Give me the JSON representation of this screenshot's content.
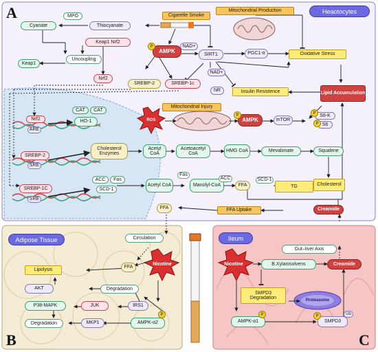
{
  "panel_a": {
    "letter": "A",
    "title": "Heaotocytes",
    "cigarette_smoke": "Cigarette Smoke",
    "mito_production": "Mitochondrial Production",
    "mpo": "MPO",
    "cyanate": "Cyanate",
    "thiocyanate": "Thiocyanate",
    "keap1_nrf2": "Keap1 Nrf2",
    "ampk": "AMPK",
    "nad_plus": "NAD+",
    "sirt1": "SIRT1",
    "pgc1a": "PGC1-α",
    "oxidative_stress": "Oxidative Stress",
    "uncoupling": "Uncoupling",
    "keap1": "Keap1",
    "nrf2": "Nrf2",
    "srebp2": "SREBP-2",
    "srebp1c": "SREBP-1c",
    "nr": "NR",
    "insulin_resistance": "Insulin Resistence",
    "lipid_accumulation": "Lipid Accumulation",
    "mito_injury": "Mitochondrial Injury",
    "ros": "ROS",
    "mtor": "mTOR",
    "s6k": "S6-K",
    "s6": "S6",
    "cat1": "CAT",
    "cat2": "CAT",
    "ho1": "HO-1",
    "are": "ARE",
    "sre": "SRE",
    "cholesterol_enzymes": "Cholesterol Enzymes",
    "acetyl_coa": "Acetyl CoA",
    "acetoacetyl_coa": "Acetoacetyl CoA",
    "hmg_coa": "HMG CoA",
    "mevalonate": "Mevalonate",
    "squalene": "Squalene",
    "srebp1c_gene": "SREBP-1C",
    "acc": "ACC",
    "fas": "Fas",
    "scd1": "SCD-1",
    "ffa": "FFA",
    "tg": "TG",
    "cholesterol": "Cholesterol",
    "ffa_uptake": "FFA Uptake",
    "creamide": "Creamide",
    "p": "P"
  },
  "panel_b": {
    "letter": "B",
    "title": "Adipose Tissue",
    "circulation": "Circulation",
    "lipolysis": "Lipolysis",
    "akt": "AKT",
    "degradation1": "Degradation",
    "p38": "P38-MAPK",
    "juk": "JUK",
    "irs1": "IRS1",
    "degradation2": "Degradation",
    "mkp1": "MKP1",
    "ampk_a2": "AMPK-α2",
    "nicotine": "Nicotine",
    "ffa": "FFA"
  },
  "panel_c": {
    "letter": "C",
    "title": "Ileum",
    "gut_liver": "Gut–liver Axis",
    "nicotine": "Nicotine",
    "bxyl": "B.Xylanisolvens",
    "creamide": "Creamide",
    "smpd3_deg": "SMPD3 Degradation",
    "proteasome": "Proteasome",
    "ampk_a1": "AMPK-α1",
    "smpd3": "SMPD3",
    "ub": "Ub"
  }
}
